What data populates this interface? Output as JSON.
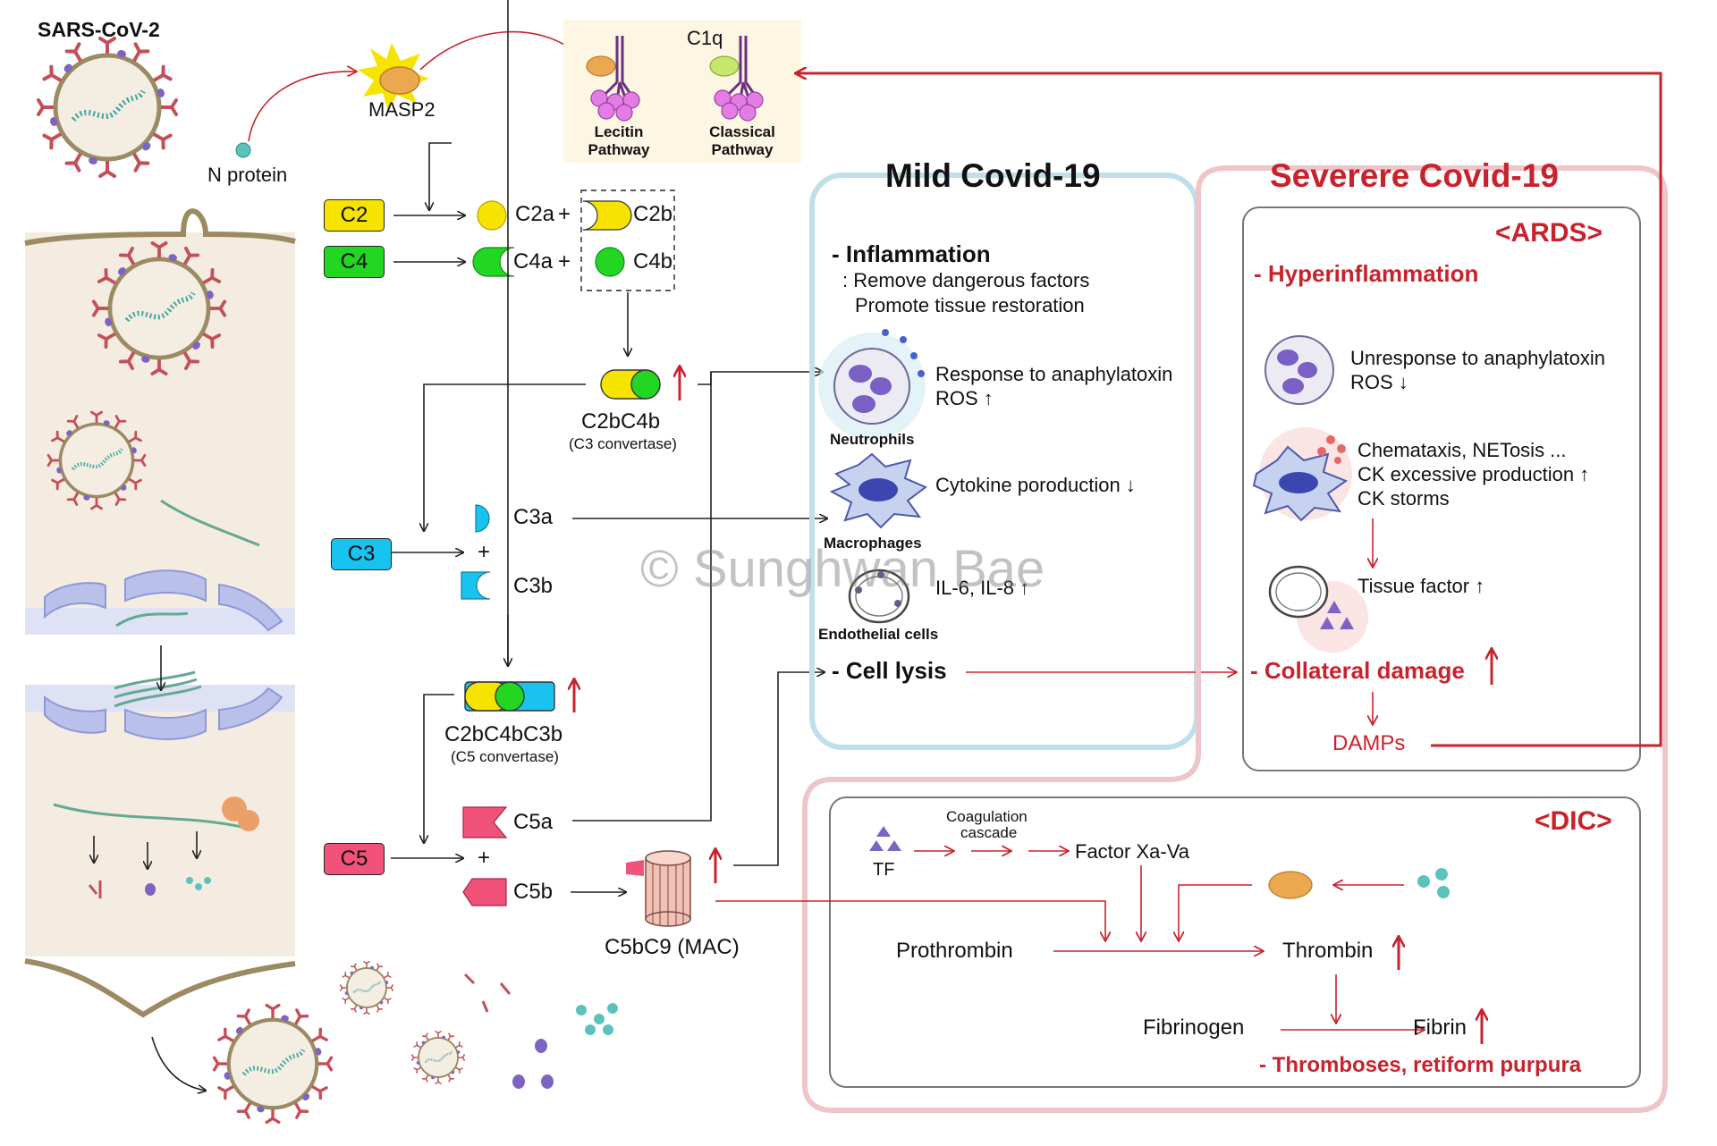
{
  "virus": {
    "title": "SARS-CoV-2",
    "n_protein": "N protein",
    "masp2": "MASP2",
    "c1q": "C1q",
    "lectin": "Lecitin\nPathway",
    "classical": "Classical\nPathway"
  },
  "cascade": {
    "c2": "C2",
    "c4": "C4",
    "c3": "C3",
    "c5": "C5",
    "c2a": "C2a",
    "c2b": "C2b",
    "c4a": "C4a",
    "c4b": "C4b",
    "plus": "+",
    "c3conv_name": "C2bC4b",
    "c3conv_sub": "(C3 convertase)",
    "c3a": "C3a",
    "c3b": "C3b",
    "c5conv_name": "C2bC4bC3b",
    "c5conv_sub": "(C5 convertase)",
    "c5a": "C5a",
    "c5b": "C5b",
    "mac": "C5bC9 (MAC)"
  },
  "mild": {
    "title": "Mild Covid-19",
    "inflammation": "- Inflammation",
    "inflam_l1": ": Remove dangerous factors",
    "inflam_l2": "Promote tissue restoration",
    "neut_resp": "Response to anaphylatoxin",
    "neut_ros": "ROS ↑",
    "neutrophils": "Neutrophils",
    "cytokine": "Cytokine poroduction ↓",
    "macrophages": "Macrophages",
    "il": "IL-6, IL-8 ↑",
    "endothelial": "Endothelial cells",
    "cell_lysis": "- Cell lysis"
  },
  "severe": {
    "title": "Severere  Covid-19",
    "ards": "<ARDS>",
    "hyper": "- Hyperinflammation",
    "unresp": "Unresponse to anaphylatoxin",
    "ros_down": "ROS ↓",
    "chem": "Chemataxis, NETosis ...",
    "ck_exc": "CK excessive production ↑",
    "ck_storm": "CK storms",
    "tissue_factor": "Tissue factor ↑",
    "collateral": "- Collateral damage",
    "damps": "DAMPs"
  },
  "dic": {
    "title": "<DIC>",
    "tf": "TF",
    "coag1": "Coagulation",
    "coag2": "cascade",
    "factor": "Factor Xa-Va",
    "prothrombin": "Prothrombin",
    "thrombin": "Thrombin",
    "fibrinogen": "Fibrinogen",
    "fibrin": "Fibrin",
    "thrombo": "- Thromboses, retiform purpura"
  },
  "watermark": "© Sunghwan Bae",
  "colors": {
    "red": "#c8232c",
    "c2_yellow": "#f6e400",
    "c4_green": "#22d622",
    "c3_cyan": "#19c3ef",
    "c5_pink": "#f0527a",
    "mild_border": "#bfe0ea",
    "severe_border": "#eec5c8",
    "cell_bg": "#f4ece0"
  }
}
